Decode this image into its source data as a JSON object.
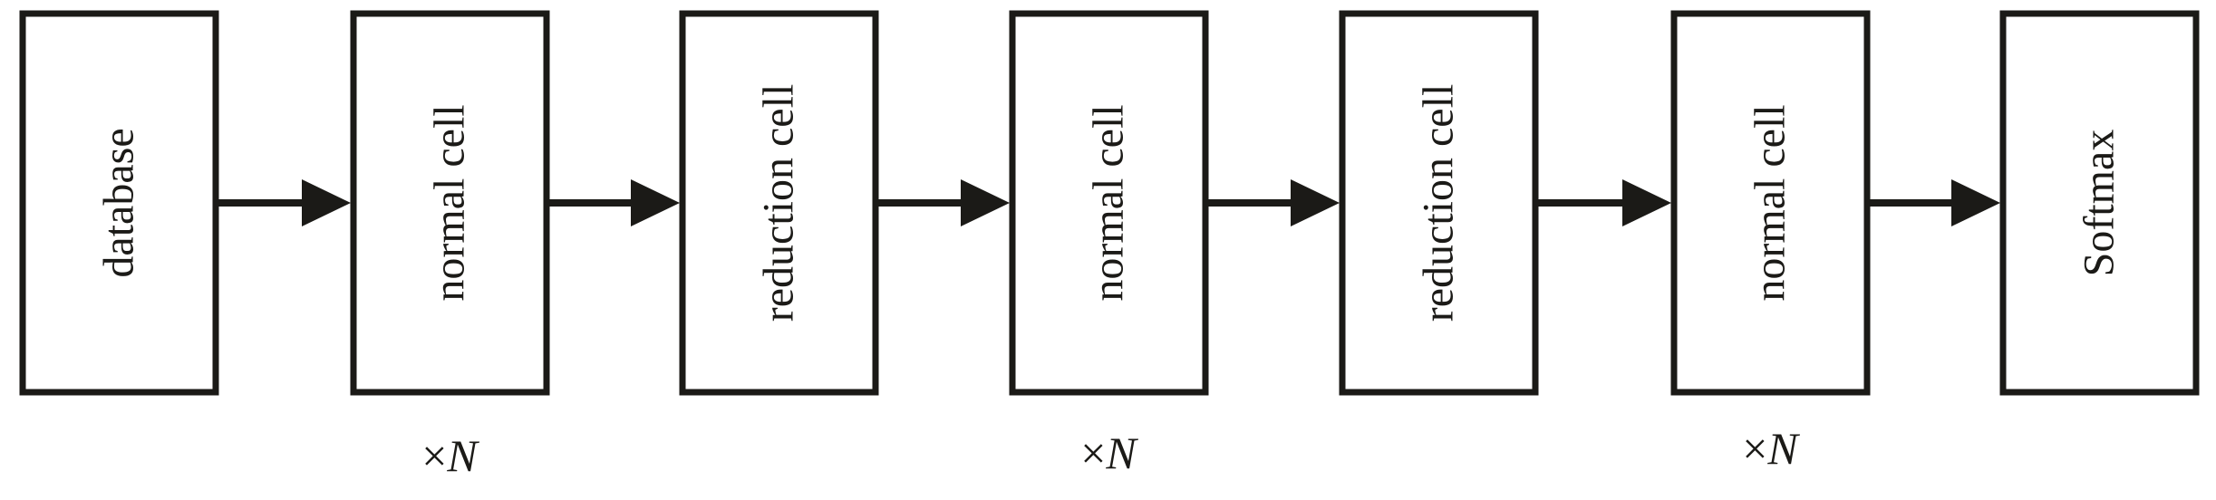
{
  "diagram": {
    "blocks": [
      {
        "id": "database",
        "label": "database"
      },
      {
        "id": "normal-cell-1",
        "label": "normal cell"
      },
      {
        "id": "reduction-cell-1",
        "label": "reduction cell"
      },
      {
        "id": "normal-cell-2",
        "label": "normal cell"
      },
      {
        "id": "reduction-cell-2",
        "label": "reduction cell"
      },
      {
        "id": "normal-cell-3",
        "label": "normal cell"
      },
      {
        "id": "softmax",
        "label": "Softmax"
      }
    ],
    "repeat_labels": [
      {
        "block": "normal-cell-1",
        "prefix": "×",
        "symbol": "N"
      },
      {
        "block": "normal-cell-2",
        "prefix": "×",
        "symbol": "N"
      },
      {
        "block": "normal-cell-3",
        "prefix": "×",
        "symbol": "N"
      }
    ],
    "colors": {
      "stroke": "#1b1a17",
      "fill": "#ffffff"
    }
  }
}
